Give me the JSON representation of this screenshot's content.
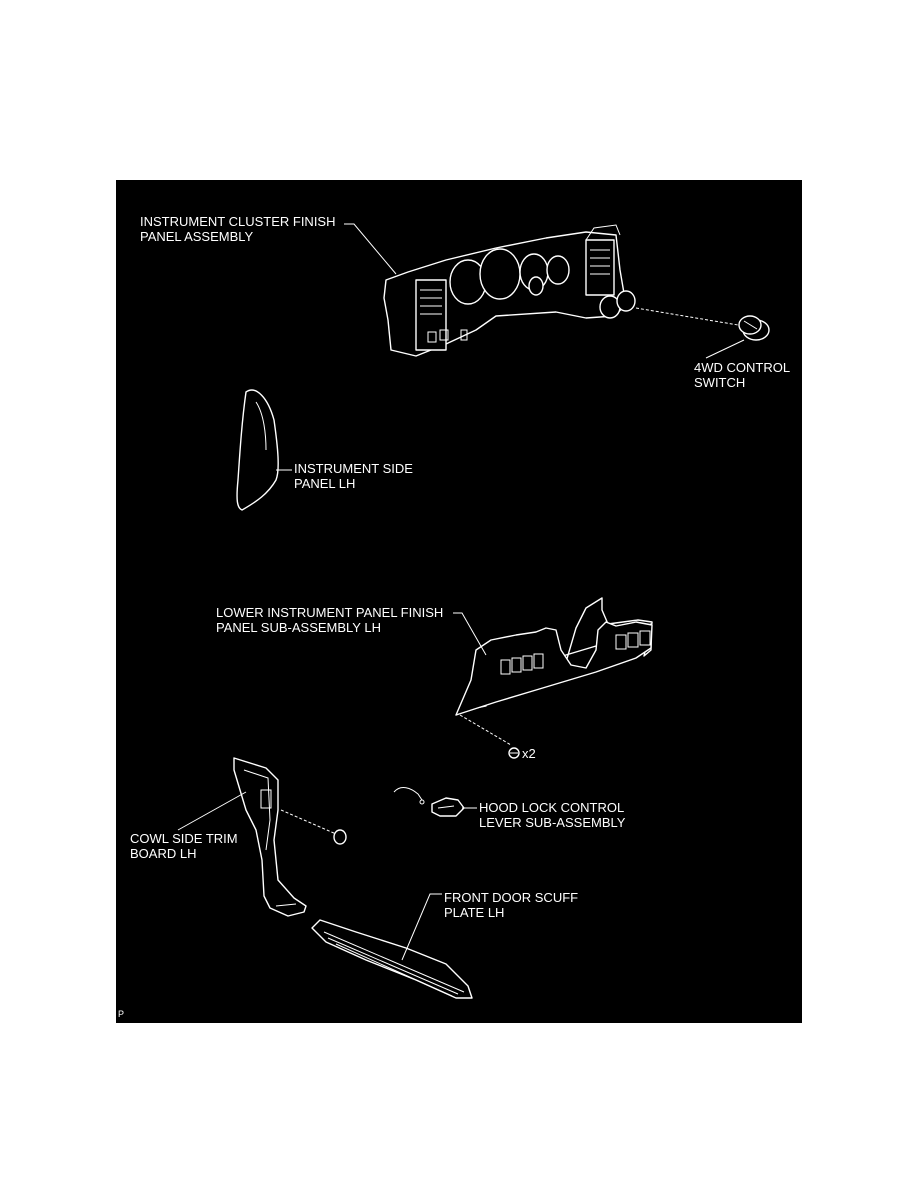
{
  "colors": {
    "background": "#000000",
    "line": "#ffffff",
    "page": "#ffffff"
  },
  "labels": {
    "instrument_cluster": [
      "INSTRUMENT CLUSTER FINISH",
      "PANEL ASSEMBLY"
    ],
    "control_switch": [
      "4WD CONTROL",
      "SWITCH"
    ],
    "side_panel": [
      "INSTRUMENT SIDE",
      "PANEL LH"
    ],
    "lower_panel": [
      "LOWER INSTRUMENT PANEL FINISH",
      "PANEL SUB-ASSEMBLY LH"
    ],
    "screw_count": "x2",
    "hood_lock": [
      "HOOD LOCK CONTROL",
      "LEVER SUB-ASSEMBLY"
    ],
    "cowl_trim": [
      "COWL SIDE TRIM",
      "BOARD LH"
    ],
    "scuff_plate": [
      "FRONT DOOR SCUFF",
      "PLATE LH"
    ],
    "corner_mark": "P"
  }
}
